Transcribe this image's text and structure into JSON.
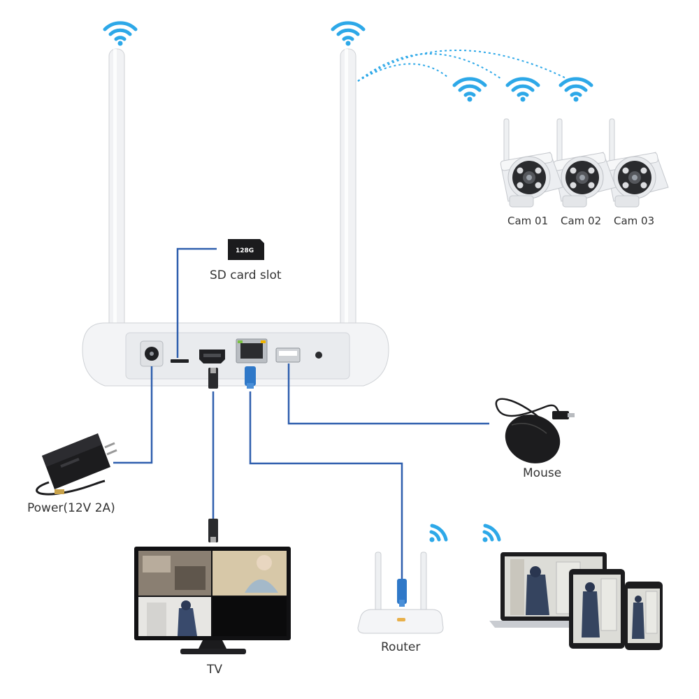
{
  "colors": {
    "line": "#2f5fae",
    "wifi": "#2da8e8",
    "device_white": "#f2f3f5",
    "device_shadow": "#d6d8dc",
    "dark": "#1c1c1e"
  },
  "labels": {
    "sd_card_slot": "SD card slot",
    "sd_capacity": "128G",
    "cam_01": "Cam 01",
    "cam_02": "Cam 02",
    "cam_03": "Cam 03",
    "mouse": "Mouse",
    "power": "Power(12V 2A)",
    "tv": "TV",
    "router": "Router"
  },
  "icons": [
    "wifi-icon",
    "antenna",
    "nvr-box",
    "sd-card",
    "bullet-camera",
    "mouse",
    "power-adapter",
    "tv-monitor",
    "router",
    "laptop",
    "tablet",
    "smartphone"
  ]
}
